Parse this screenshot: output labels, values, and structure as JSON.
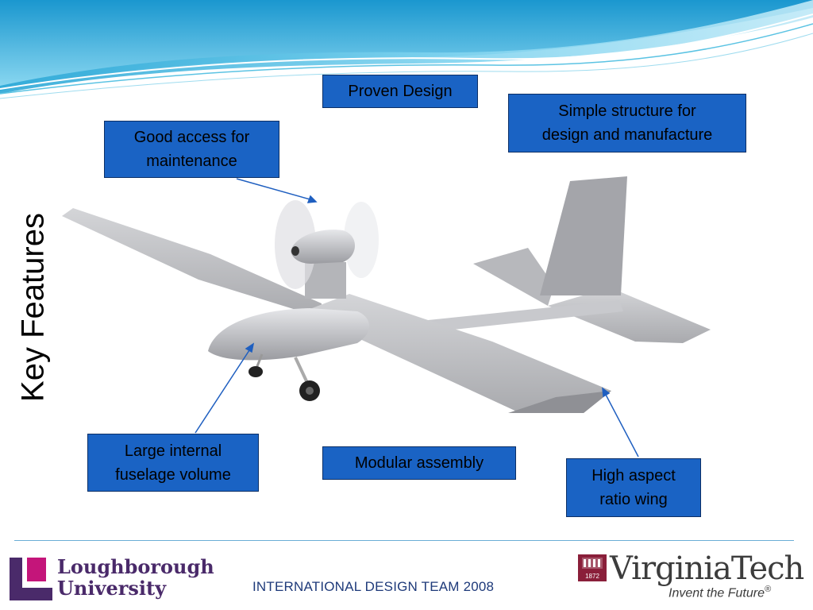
{
  "slide": {
    "title": "Key Features",
    "callouts": {
      "proven": "Proven Design",
      "simple_line1": "Simple structure for",
      "simple_line2": "design and manufacture",
      "access_line1": "Good access for",
      "access_line2": "maintenance",
      "volume_line1": "Large internal",
      "volume_line2": "fuselage volume",
      "modular": "Modular assembly",
      "aspect_line1": "High aspect",
      "aspect_line2": "ratio wing"
    }
  },
  "footer": {
    "text": "INTERNATIONAL DESIGN TEAM 2008",
    "lboro_line1": "Loughborough",
    "lboro_line2": "University",
    "vt_wordmark": "VirginiaTech",
    "vt_tagline": "Invent the Future",
    "vt_year": "1872"
  },
  "colors": {
    "callout_fill": "#1a63c4",
    "wave": "#5bc3e3",
    "footer_text": "#1e3a7a",
    "lboro_purple": "#4a2a6a",
    "lboro_magenta": "#c4157a",
    "vt_maroon": "#8a1f3a"
  },
  "icons": [
    "wave-header-graphic",
    "uav-aircraft-illustration",
    "loughborough-logo-icon",
    "virginia-tech-logo-icon"
  ]
}
